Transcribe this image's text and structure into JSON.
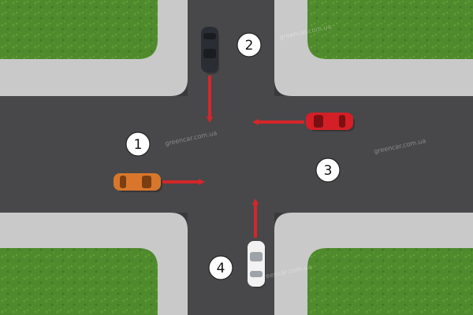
{
  "scene": {
    "type": "road intersection",
    "colors": {
      "grass": "#4f8a2c",
      "sidewalk": "#c9c9c9",
      "road": "#48484a",
      "arrow": "#d6262a"
    }
  },
  "vehicles": [
    {
      "number": "1",
      "color": "#d8772b",
      "heading": "east"
    },
    {
      "number": "2",
      "color": "#2b2d34",
      "heading": "south"
    },
    {
      "number": "3",
      "color": "#d51f26",
      "heading": "west"
    },
    {
      "number": "4",
      "color": "#f2f2f2",
      "heading": "north"
    }
  ],
  "watermark": "greencar.com.ua"
}
